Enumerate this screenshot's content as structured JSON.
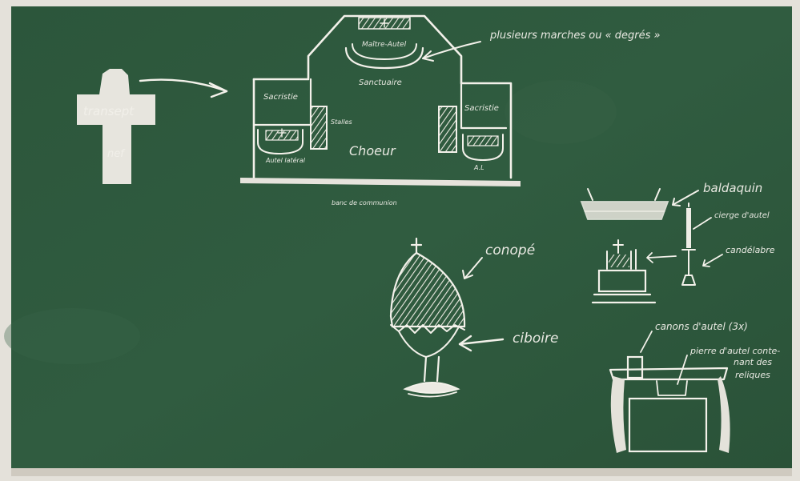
{
  "colors": {
    "board": "#2f5a3e",
    "board_dark": "#264c34",
    "chalk": "#f3f1ea",
    "frame": "#d9d6cf"
  },
  "labels": {
    "transept": "transept",
    "nef": "nef",
    "plusieurs_marches": "plusieurs marches ou « degrés »",
    "maitre_autel": "Maître-Autel",
    "sanctuaire": "Sanctuaire",
    "sacristie_left": "Sacristie",
    "sacristie_right": "Sacristie",
    "stalles": "Stalles",
    "choeur": "Choeur",
    "autel_lateral": "Autel latéral",
    "al": "A.L",
    "banc_communion": "banc de communion",
    "conope": "conopé",
    "ciboire": "ciboire",
    "baldaquin": "baldaquin",
    "cierge": "cierge d'autel",
    "candelabre": "candélabre",
    "canons": "canons d'autel (3x)",
    "pierre_line1": "pierre d'autel conte-",
    "pierre_line2": "nant des",
    "pierre_line3": "reliques"
  }
}
